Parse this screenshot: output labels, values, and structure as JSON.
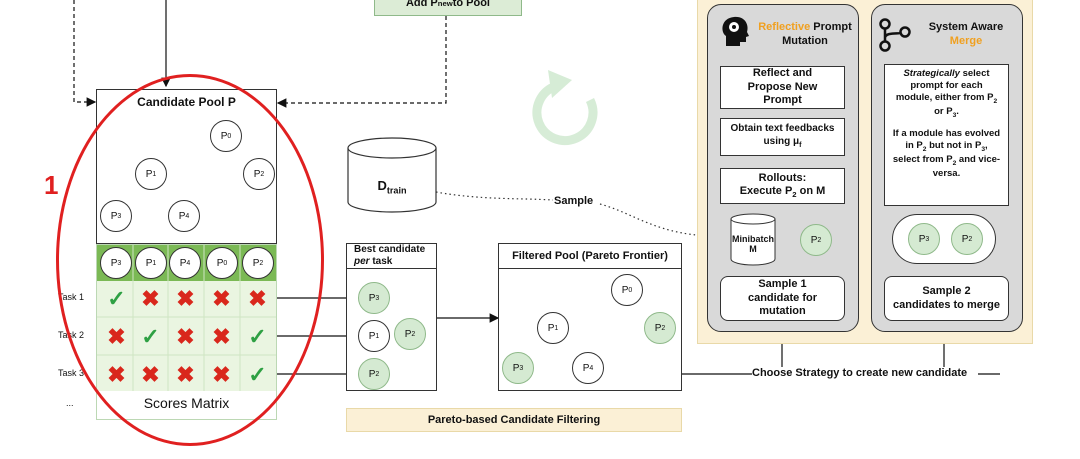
{
  "top_box": {
    "label": "Add P",
    "sub": "new",
    "suffix": " to Pool"
  },
  "marker_number": "1",
  "candidate_pool": {
    "title": "Candidate Pool P",
    "tree": [
      {
        "label": "P",
        "sub": "0"
      },
      {
        "label": "P",
        "sub": "1"
      },
      {
        "label": "P",
        "sub": "2"
      },
      {
        "label": "P",
        "sub": "3"
      },
      {
        "label": "P",
        "sub": "4"
      }
    ],
    "matrix_header": [
      {
        "label": "P",
        "sub": "3"
      },
      {
        "label": "P",
        "sub": "1"
      },
      {
        "label": "P",
        "sub": "4"
      },
      {
        "label": "P",
        "sub": "0"
      },
      {
        "label": "P",
        "sub": "2"
      }
    ],
    "tasks": [
      "Task 1",
      "Task 2",
      "Task 3",
      "..."
    ],
    "scores": [
      [
        "check",
        "x",
        "x",
        "x",
        "x"
      ],
      [
        "x",
        "check",
        "x",
        "x",
        "check"
      ],
      [
        "x",
        "x",
        "x",
        "x",
        "check"
      ]
    ],
    "matrix_caption": "Scores Matrix"
  },
  "dtrain": {
    "label": "D",
    "sub": "train"
  },
  "sample_label": "Sample",
  "best_candidate": {
    "title_line1": "Best candidate",
    "title_line2": "per",
    "title_line2b": " task",
    "nodes": [
      {
        "label": "P",
        "sub": "3"
      },
      {
        "label": "P",
        "sub": "1"
      },
      {
        "label": "P",
        "sub": "2"
      },
      {
        "label": "P",
        "sub": "2"
      }
    ]
  },
  "filtered_pool": {
    "title": "Filtered Pool (Pareto Frontier)",
    "nodes": [
      {
        "label": "P",
        "sub": "0"
      },
      {
        "label": "P",
        "sub": "1"
      },
      {
        "label": "P",
        "sub": "2"
      },
      {
        "label": "P",
        "sub": "3"
      },
      {
        "label": "P",
        "sub": "4"
      }
    ]
  },
  "pareto_label": "Pareto-based Candidate Filtering",
  "strategy_label": "Choose Strategy to create new candidate",
  "reflective": {
    "title_accent": "Reflective",
    "title_rest": " Prompt",
    "title_line2": "Mutation",
    "step1": "Reflect and Propose New Prompt",
    "step2_a": "Obtain text feedbacks using μ",
    "step2_sub": "f",
    "step3_a": "Rollouts:",
    "step3_b": "Execute P",
    "step3_sub": "2",
    "step3_c": " on M",
    "minibatch": "Minibatch M",
    "node": {
      "label": "P",
      "sub": "2"
    },
    "bottom": "Sample 1 candidate for mutation"
  },
  "merge": {
    "title_line1": "System Aware",
    "title_accent": "Merge",
    "text_em": "Strategically",
    "text1": " select prompt for each module, either from P",
    "text1_sub": "2",
    "text1b": " or P",
    "text1b_sub": "3",
    "text1c": ".",
    "text2": "If a module has evolved in P",
    "text2_sub": "2",
    "text2b": " but not in P",
    "text2b_sub": "3",
    "text2c": ", select from P",
    "text2c_sub": "2",
    "text2d": " and vice-versa.",
    "nodes": [
      {
        "label": "P",
        "sub": "3"
      },
      {
        "label": "P",
        "sub": "2"
      }
    ],
    "bottom": "Sample 2 candidates to merge"
  },
  "colors": {
    "accent_orange": "#f0a020",
    "node_green": "#d5ead2",
    "panel_bg": "#fbf0d6",
    "red_ring": "#e02020"
  }
}
